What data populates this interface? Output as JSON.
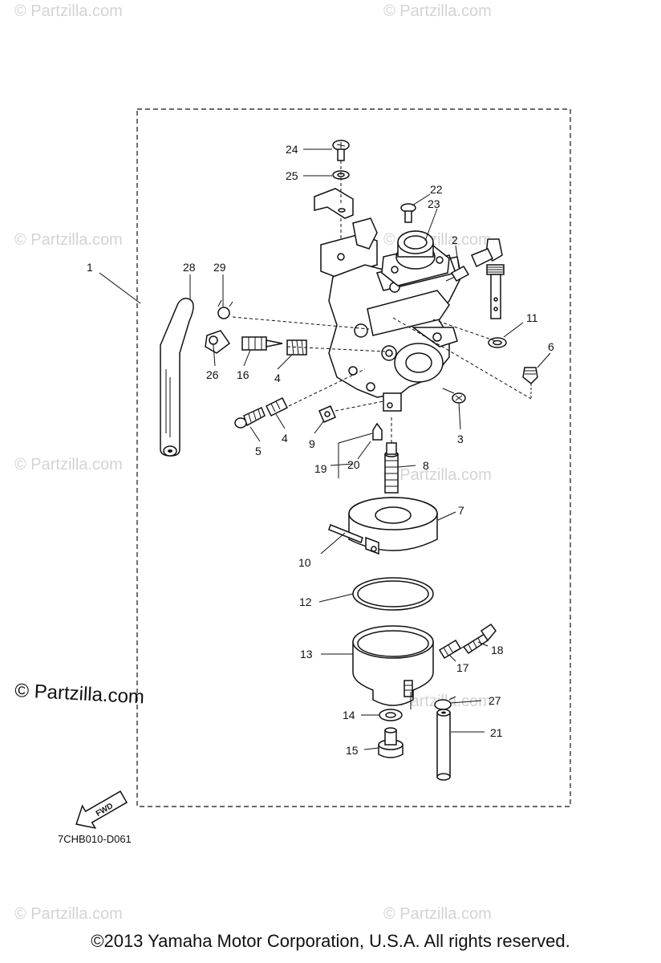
{
  "watermarks": {
    "small": "© Partzilla.com",
    "large": "© Partzilla.com"
  },
  "callouts": {
    "c1": "1",
    "c2": "2",
    "c3": "3",
    "c4a": "4",
    "c4b": "4",
    "c5": "5",
    "c6": "6",
    "c7": "7",
    "c8": "8",
    "c9": "9",
    "c10": "10",
    "c11": "11",
    "c12": "12",
    "c13": "13",
    "c14": "14",
    "c15": "15",
    "c16": "16",
    "c17": "17",
    "c18": "18",
    "c19": "19",
    "c20": "20",
    "c21": "21",
    "c22": "22",
    "c23": "23",
    "c24": "24",
    "c25": "25",
    "c26": "26",
    "c27": "27",
    "c28": "28",
    "c29": "29"
  },
  "fwd_label": "FWD",
  "diagram_code": "7CHB010-D061",
  "copyright": "©2013  Yamaha Motor Corporation, U.S.A. All rights reserved."
}
